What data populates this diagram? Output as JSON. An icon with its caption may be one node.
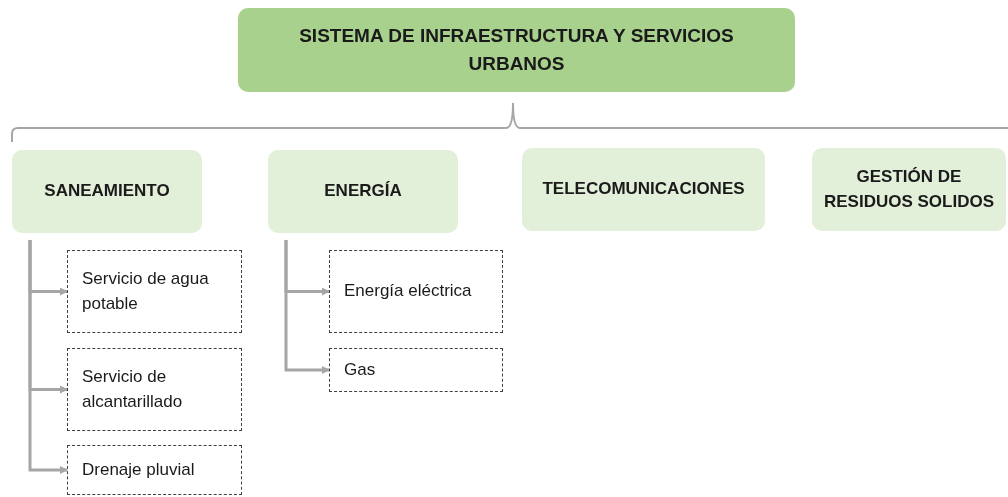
{
  "diagram": {
    "nodes": [
      {
        "text": [
          "SISTEMA DE INFRAESTRUCTURA Y SERVICIOS URBANOS"
        ]
      },
      {
        "text": [
          "SANEAMIENTO"
        ]
      },
      {
        "text": [
          "ENERGÍA"
        ]
      },
      {
        "text": [
          "TELECOMUNICACIONES"
        ]
      },
      {
        "text": [
          "GESTIÓN DE RESIDUOS SOLIDOS"
        ]
      },
      {
        "text": [
          "Servicio de agua potable"
        ]
      },
      {
        "text": [
          "Servicio de alcantarillado"
        ]
      },
      {
        "text": [
          "Drenaje pluvial"
        ]
      },
      {
        "text": [
          "Energía eléctrica"
        ]
      },
      {
        "text": [
          "Gas"
        ]
      }
    ],
    "edges": [
      {
        "from": 1,
        "to": 5,
        "arrow": "to"
      },
      {
        "from": 1,
        "to": 6,
        "arrow": "to"
      },
      {
        "from": 1,
        "to": 7,
        "arrow": "to"
      },
      {
        "from": 2,
        "to": 8,
        "arrow": "to"
      },
      {
        "from": 2,
        "to": 9,
        "arrow": "to"
      }
    ]
  }
}
